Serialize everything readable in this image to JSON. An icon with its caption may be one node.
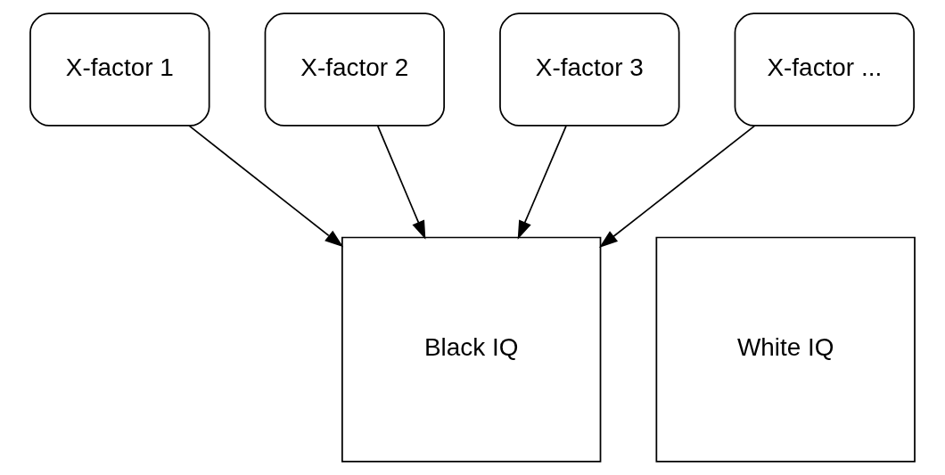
{
  "diagram": {
    "nodes": [
      {
        "text": [
          "X-factor 1"
        ]
      },
      {
        "text": [
          "X-factor 2"
        ]
      },
      {
        "text": [
          "X-factor 3"
        ]
      },
      {
        "text": [
          "X-factor ..."
        ]
      },
      {
        "text": [
          "Black IQ"
        ]
      },
      {
        "text": [
          "White IQ"
        ]
      }
    ],
    "edges": [
      {
        "from": 0,
        "to": 4,
        "arrow": "to"
      },
      {
        "from": 1,
        "to": 4,
        "arrow": "to"
      },
      {
        "from": 2,
        "to": 4,
        "arrow": "to"
      },
      {
        "from": 3,
        "to": 4,
        "arrow": "to"
      }
    ]
  }
}
